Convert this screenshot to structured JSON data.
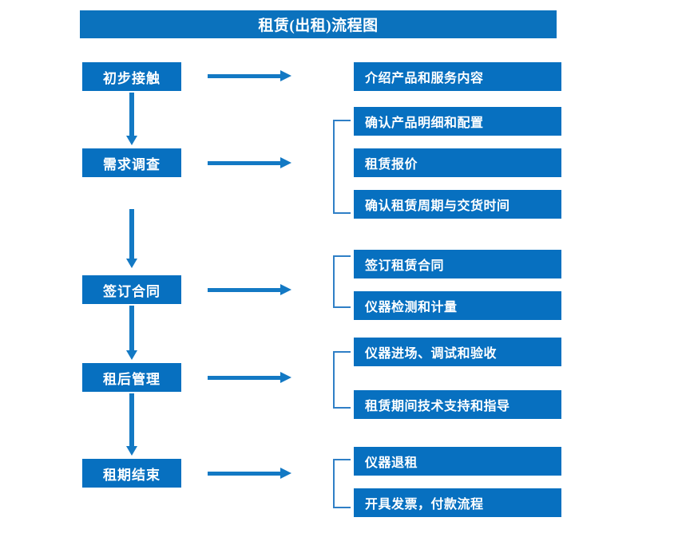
{
  "header": {
    "title": "租赁(出租)流程图"
  },
  "colors": {
    "box_blue": "#0770c0",
    "title_blue": "#0b72bd",
    "arrow_blue": "#1379c4",
    "bracket_blue": "#2f7fc6",
    "text": "#ffffff",
    "background": "#ffffff"
  },
  "chart_data": {
    "type": "diagram",
    "title": "租赁(出租)流程图",
    "orientation": "vertical-stages-with-detail-branches",
    "stages": [
      {
        "label": "初步接触",
        "details": [
          "介绍产品和服务内容"
        ],
        "bracketed": false
      },
      {
        "label": "需求调查",
        "details": [
          "确认产品明细和配置",
          "租赁报价",
          "确认租赁周期与交货时间"
        ],
        "bracketed": true
      },
      {
        "label": "签订合同",
        "details": [
          "签订租赁合同",
          "仪器检测和计量"
        ],
        "bracketed": true
      },
      {
        "label": "租后管理",
        "details": [
          "仪器进场、调试和验收",
          "租赁期间技术支持和指导"
        ],
        "bracketed": true
      },
      {
        "label": "租期结束",
        "details": [
          "仪器退租",
          "开具发票，付款流程"
        ],
        "bracketed": true
      }
    ]
  },
  "stages": {
    "s0": {
      "label": "初步接触"
    },
    "s1": {
      "label": "需求调查"
    },
    "s2": {
      "label": "签订合同"
    },
    "s3": {
      "label": "租后管理"
    },
    "s4": {
      "label": "租期结束"
    }
  },
  "details": {
    "d0": "介绍产品和服务内容",
    "d1": "确认产品明细和配置",
    "d2": "租赁报价",
    "d3": "确认租赁周期与交货时间",
    "d4": "签订租赁合同",
    "d5": "仪器检测和计量",
    "d6": "仪器进场、调试和验收",
    "d7": "租赁期间技术支持和指导",
    "d8": "仪器退租",
    "d9": "开具发票，付款流程"
  }
}
